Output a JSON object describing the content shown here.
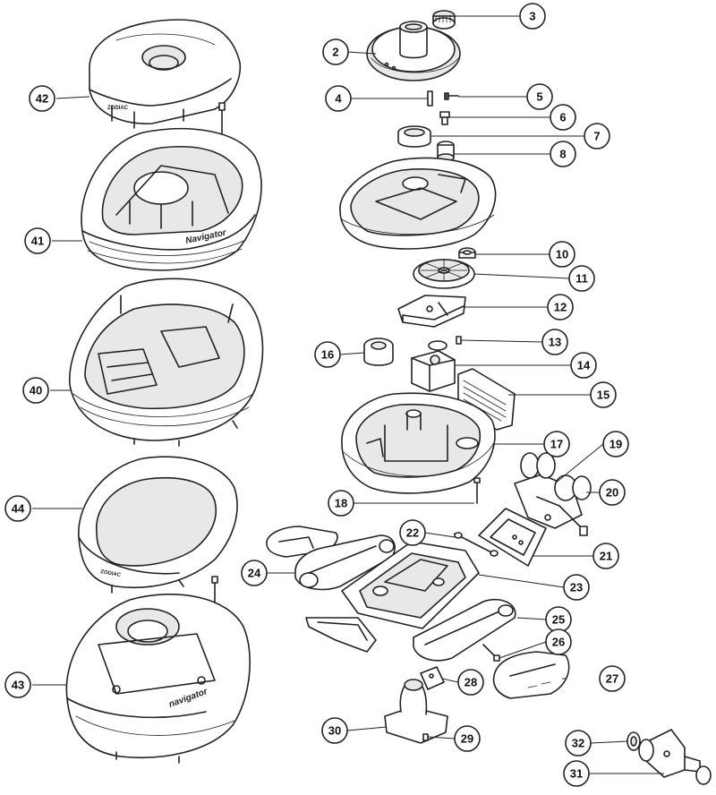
{
  "callouts": [
    {
      "label": "2"
    },
    {
      "label": "3"
    },
    {
      "label": "4"
    },
    {
      "label": "5"
    },
    {
      "label": "6"
    },
    {
      "label": "7"
    },
    {
      "label": "8"
    },
    {
      "label": "10"
    },
    {
      "label": "11"
    },
    {
      "label": "12"
    },
    {
      "label": "13"
    },
    {
      "label": "14"
    },
    {
      "label": "15"
    },
    {
      "label": "16"
    },
    {
      "label": "17"
    },
    {
      "label": "18"
    },
    {
      "label": "19"
    },
    {
      "label": "20"
    },
    {
      "label": "21"
    },
    {
      "label": "22"
    },
    {
      "label": "23"
    },
    {
      "label": "24"
    },
    {
      "label": "25"
    },
    {
      "label": "26"
    },
    {
      "label": "27"
    },
    {
      "label": "28"
    },
    {
      "label": "29"
    },
    {
      "label": "30"
    },
    {
      "label": "31"
    },
    {
      "label": "32"
    },
    {
      "label": "40"
    },
    {
      "label": "41"
    },
    {
      "label": "42"
    },
    {
      "label": "43"
    },
    {
      "label": "44"
    }
  ],
  "markings": {
    "brand_top": "ZODIAC",
    "brand_cover": "ZODIAC",
    "brand_41": "Navigator",
    "brand_43": "navigator"
  }
}
